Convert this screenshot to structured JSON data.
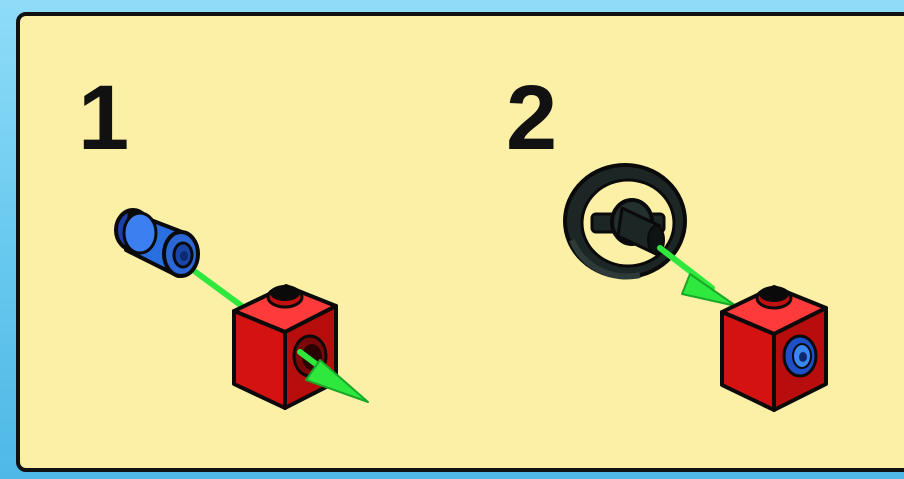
{
  "steps": [
    {
      "number": "1",
      "parts": [
        "blue-axle-pin",
        "red-technic-brick-1x1"
      ],
      "colors": {
        "pin": "#2a6fe0",
        "brick": "#e31a1a",
        "arrow": "#2ee83e"
      }
    },
    {
      "number": "2",
      "parts": [
        "black-steering-wheel",
        "red-technic-brick-1x1"
      ],
      "colors": {
        "wheel": "#1c2624",
        "brick": "#e31a1a",
        "arrow": "#2ee83e",
        "pin": "#2a6fe0"
      }
    }
  ],
  "colors": {
    "panel_background": "#fbf0a6",
    "page_background": "#66c8ee",
    "outline": "#111111"
  }
}
